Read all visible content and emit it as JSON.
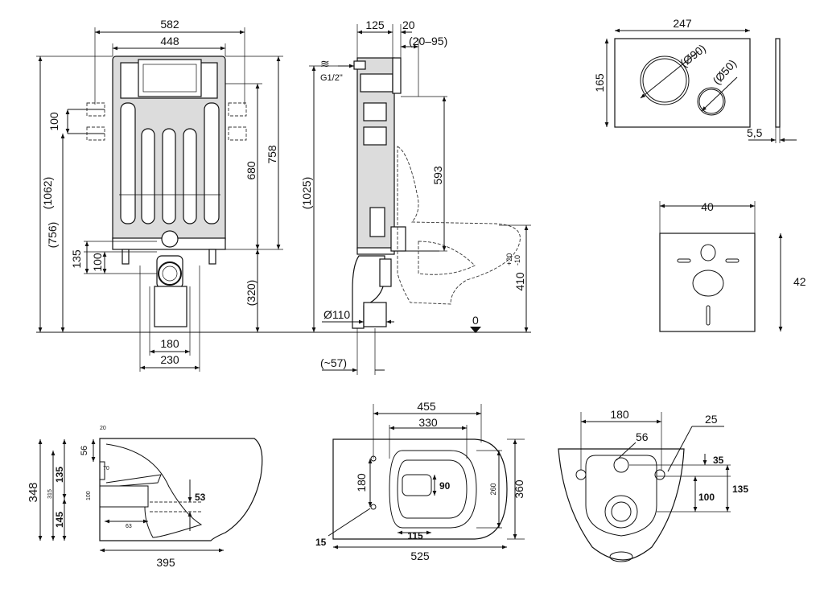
{
  "frame_front": {
    "w582": "582",
    "w448": "448",
    "h1062": "(1062)",
    "h756": "(756)",
    "h100": "100",
    "h758": "758",
    "h680": "680",
    "h135": "135",
    "h100b": "100",
    "h320": "(320)",
    "w180": "180",
    "w230": "230"
  },
  "frame_side": {
    "w125": "125",
    "w20": "20",
    "r20_95": "(20–95)",
    "g12": "G1/2\"",
    "h1025": "(1025)",
    "h593": "593",
    "h410": "410",
    "tol_plus": "+20",
    "tol_minus": "-10",
    "d110": "Ø110",
    "w57": "(~57)",
    "zero": "0"
  },
  "flush_plate": {
    "w247": "247",
    "h165": "165",
    "d90": "(Ø90)",
    "d50": "(Ø50)",
    "t55": "5,5"
  },
  "mat": {
    "w40": "40",
    "h42": "42"
  },
  "bowl_side": {
    "h348": "348",
    "h315": "315",
    "h135": "135",
    "h145": "145",
    "h56": "56",
    "w20": "20",
    "w70": "70",
    "h100": "100",
    "h53": "53",
    "w63": "63",
    "w395": "395"
  },
  "bowl_top": {
    "w455": "455",
    "w330": "330",
    "h180": "180",
    "h90": "90",
    "h260": "260",
    "h360": "360",
    "d15": "15",
    "w115": "115",
    "w525": "525"
  },
  "bowl_back": {
    "w180": "180",
    "r25": "25",
    "d56": "56",
    "h35": "35",
    "h135": "135",
    "h100": "100"
  }
}
